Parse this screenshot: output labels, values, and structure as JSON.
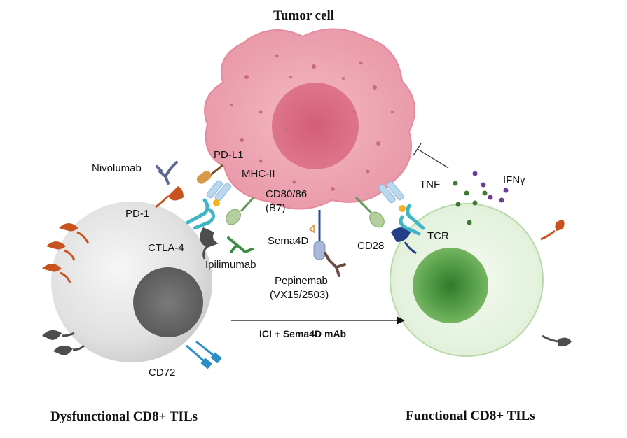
{
  "titles": {
    "tumor_cell": "Tumor cell",
    "dysfunctional": "Dysfunctional CD8+ TILs",
    "functional": "Functional CD8+ TILs"
  },
  "labels": {
    "nivolumab": "Nivolumab",
    "pd_l1": "PD-L1",
    "mhc_ii": "MHC-II",
    "cd80_86": "CD80/86",
    "b7": "(B7)",
    "pd_1": "PD-1",
    "ctla_4": "CTLA-4",
    "ipilimumab": "Ipilimumab",
    "sema4d": "Sema4D",
    "pepinemab": "Pepinemab",
    "vx15": "(VX15/2503)",
    "cd28": "CD28",
    "tcr": "TCR",
    "tnf": "TNF",
    "ifng": "IFNγ",
    "cd72": "CD72"
  },
  "arrow": {
    "label": "ICI + Sema4D mAb"
  },
  "colors": {
    "tumor_body": "#eea9b6",
    "tumor_nucleus": "#d9677f",
    "dysfunctional_cell": "#e2e2e2",
    "dysfunctional_nucleus": "#6b6b6b",
    "functional_cell": "#e6f3df",
    "functional_nucleus": "#5aa04e",
    "pd1_receptor": "#c9531e",
    "ctla4_receptor": "#4d4d4d",
    "antibody_nivolumab": "#5b6a90",
    "antibody_ipilimumab": "#3d8c45",
    "antibody_pepinemab": "#6b4c43",
    "mhc": "#b9d7ee",
    "tcr": "#3fb5c6",
    "cd28": "#253f86",
    "cd72": "#2b8fc4",
    "tnf_dots": "#3c7b31",
    "ifng_dots": "#6a3b97"
  }
}
